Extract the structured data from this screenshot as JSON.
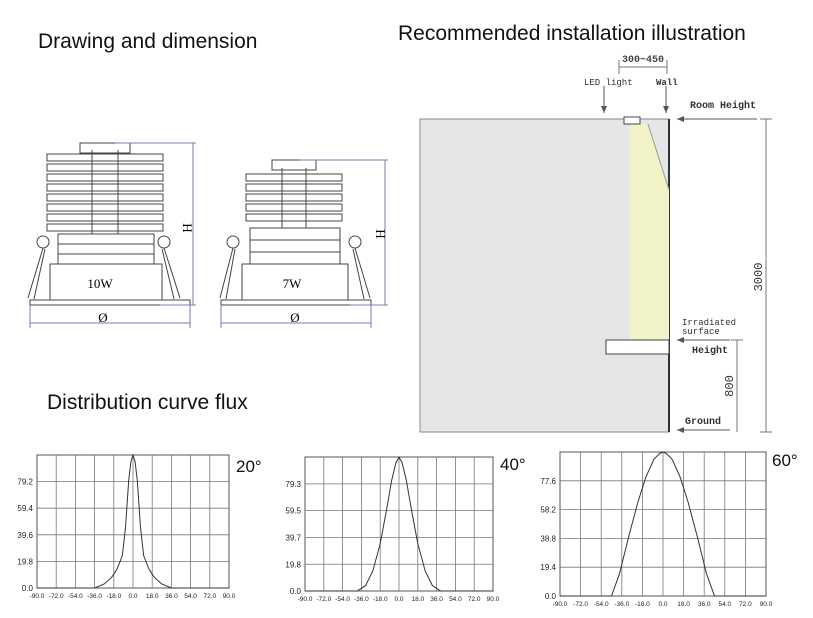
{
  "headings": {
    "drawing": "Drawing and dimension",
    "installation": "Recommended installation illustration",
    "distribution": "Distribution curve flux"
  },
  "fixtures": [
    {
      "label": "10W",
      "height_symbol": "H",
      "diameter_symbol": "Ø"
    },
    {
      "label": "7W",
      "height_symbol": "H",
      "diameter_symbol": "Ø"
    }
  ],
  "installation": {
    "spacing": "300~450",
    "led_light": "LED light",
    "wall": "Wall",
    "room_height": "Room Height",
    "room_height_value": "3000",
    "irradiated_surface_1": "Irradiated",
    "irradiated_surface_2": "surface",
    "height": "Height",
    "height_value": "800",
    "ground": "Ground",
    "colors": {
      "wall": "#e5e6e8",
      "beam": "#f3f3c8",
      "line": "#555555"
    }
  },
  "chart_data": [
    {
      "type": "line",
      "title": "20°",
      "x_ticks": [
        "-90.0",
        "-72.0",
        "-54.0",
        "-36.0",
        "-18.0",
        "0.0",
        "18.0",
        "36.0",
        "54.0",
        "72.0",
        "90.0"
      ],
      "y_ticks": [
        "0.0",
        "19.8",
        "39.6",
        "59.4",
        "79.2"
      ],
      "xlim": [
        -90,
        90
      ],
      "ylim": [
        0,
        99
      ],
      "x": [
        -90,
        -36,
        -27,
        -20,
        -15,
        -10,
        -7,
        -4,
        -2,
        0,
        2,
        4,
        7,
        10,
        15,
        20,
        27,
        36,
        90
      ],
      "y": [
        0,
        0,
        3,
        8,
        14,
        24,
        45,
        80,
        94,
        99,
        94,
        80,
        45,
        24,
        14,
        8,
        3,
        0,
        0
      ]
    },
    {
      "type": "line",
      "title": "40°",
      "x_ticks": [
        "-90.0",
        "-72.0",
        "-54.0",
        "-36.0",
        "-18.0",
        "0.0",
        "18.0",
        "36.0",
        "54.0",
        "72.0",
        "90.0"
      ],
      "y_ticks": [
        "0.0",
        "19.8",
        "39.7",
        "59.5",
        "79.3"
      ],
      "xlim": [
        -90,
        90
      ],
      "ylim": [
        0,
        99.2
      ],
      "x": [
        -90,
        -40,
        -32,
        -25,
        -18,
        -12,
        -7,
        -3,
        0,
        3,
        7,
        12,
        18,
        25,
        32,
        40,
        90
      ],
      "y": [
        0,
        0,
        4,
        15,
        35,
        60,
        82,
        95,
        99,
        95,
        82,
        60,
        35,
        15,
        4,
        0,
        0
      ]
    },
    {
      "type": "line",
      "title": "60°",
      "x_ticks": [
        "-90.0",
        "-72.0",
        "-54.0",
        "-36.0",
        "-18.0",
        "0.0",
        "18.0",
        "36.0",
        "54.0",
        "72.0",
        "90.0"
      ],
      "y_ticks": [
        "0.0",
        "19.4",
        "38.8",
        "58.2",
        "77.6"
      ],
      "xlim": [
        -90,
        90
      ],
      "ylim": [
        0,
        97
      ],
      "x": [
        -90,
        -45,
        -38,
        -30,
        -22,
        -15,
        -8,
        -3,
        0,
        3,
        8,
        15,
        22,
        30,
        38,
        45,
        90
      ],
      "y": [
        0,
        0,
        15,
        40,
        63,
        80,
        92,
        96,
        97,
        96,
        92,
        80,
        63,
        40,
        15,
        0,
        0
      ]
    }
  ]
}
